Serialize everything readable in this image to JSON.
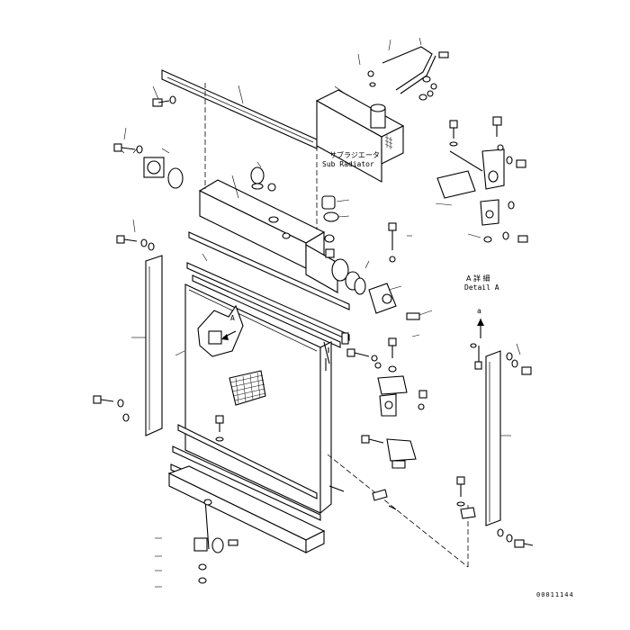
{
  "labels": {
    "sub_radiator_jp": "サブラジエータ",
    "sub_radiator_en": "Sub Radiator",
    "detail_jp": "A 詳 細",
    "detail_en": "Detail A",
    "callout_a": "A",
    "callout_small_a": "a",
    "drawing_number": "00011144"
  }
}
